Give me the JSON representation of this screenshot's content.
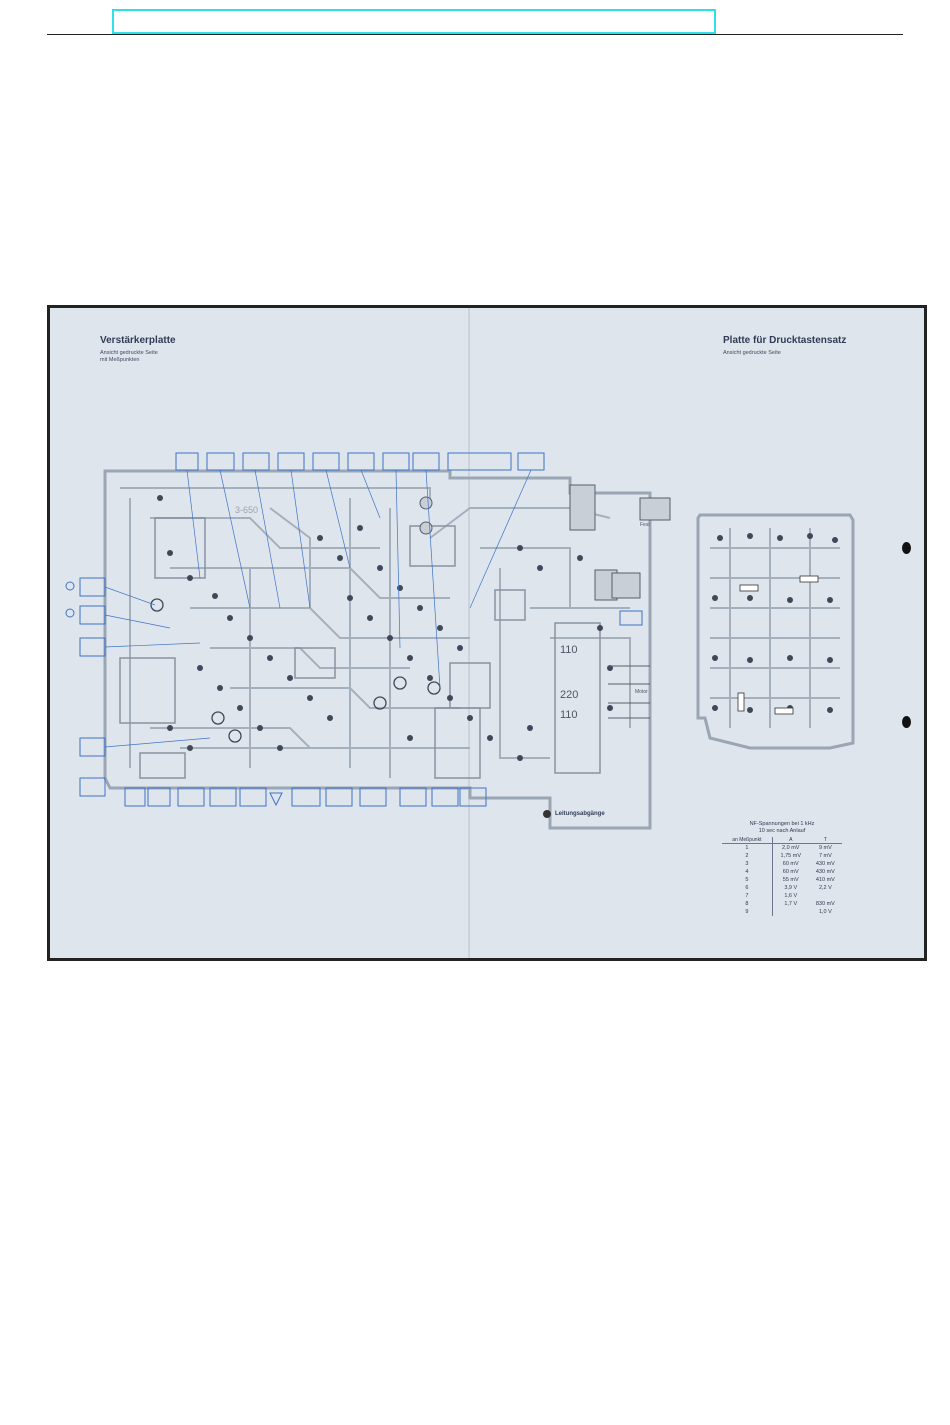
{
  "page": {
    "header_box_label": ""
  },
  "left_board": {
    "title": "Verstärkerplatte",
    "subtitle_line1": "Ansicht gedruckte Seite",
    "subtitle_line2": "mit Meßpunkten"
  },
  "right_board": {
    "title": "Platte für Drucktastensatz",
    "subtitle": "Ansicht gedruckte Seite"
  },
  "legend": {
    "line_outputs": "Leitungsabgänge"
  },
  "measurement_table": {
    "caption_line1": "NF-Spannungen bei 1 kHz",
    "caption_line2": "10 sec nach Anlauf",
    "columns": [
      "an Meßpunkt",
      "A",
      "T"
    ],
    "rows": [
      [
        "1",
        "2,0  mV",
        "9 mV"
      ],
      [
        "2",
        "1,75 mV",
        "7 mV"
      ],
      [
        "3",
        "60   mV",
        "430 mV"
      ],
      [
        "4",
        "60   mV",
        "430 mV"
      ],
      [
        "5",
        "55   mV",
        "410 mV"
      ],
      [
        "6",
        "3,9  V",
        "2,2 V"
      ],
      [
        "7",
        "1,6  V",
        ""
      ],
      [
        "8",
        "1,7  V",
        "830 mV"
      ],
      [
        "9",
        "",
        "1,0 V"
      ]
    ]
  },
  "board_labels": {
    "part_number": "3-650",
    "voltage_220": "220",
    "voltage_110a": "110",
    "voltage_110b": "110",
    "motor": "Motor",
    "fuse": "Fest"
  },
  "colors": {
    "scan_bg": "#dfe5ec",
    "trace": "#9aa6b4",
    "blue_tags": "#3e74c9",
    "header_box": "#2ee0e8"
  }
}
